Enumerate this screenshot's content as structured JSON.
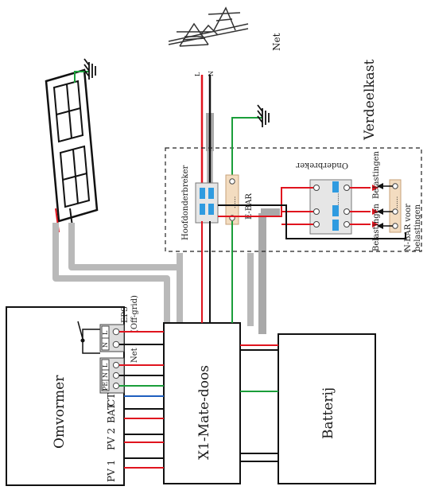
{
  "labels": {
    "grid": "Net",
    "distribution_box": "Verdeelkast",
    "line": "L",
    "neutral": "N",
    "main_breaker": "Hoofdonderbreker",
    "ebar": "E-BAR",
    "breaker": "Onderbreker",
    "loads_top": "Belastingen",
    "loads_bottom": "Belastingen",
    "nbar_line1": "N-BAR voor",
    "nbar_line2": "belastingen",
    "eps_line1": "EPS",
    "eps_line2": "(Off-grid)",
    "grid_port": "Net",
    "inverter": "Omvormer",
    "mate_box": "X1-Mate-doos",
    "battery": "Batterij",
    "ports": [
      "PV 1",
      "PV 2",
      "BAT",
      "CT"
    ],
    "term_l": "L",
    "term_n": "N",
    "term_pe": "PE",
    "ellipsis": "......"
  },
  "colors": {
    "live": "#e0141e",
    "neutral": "#111111",
    "earth": "#1a9e3a",
    "ct": "#1f5fbf",
    "conduit": "#b9b9b9",
    "breaker_blue": "#2f9be0",
    "ebar_fill": "#f3dcc0"
  }
}
